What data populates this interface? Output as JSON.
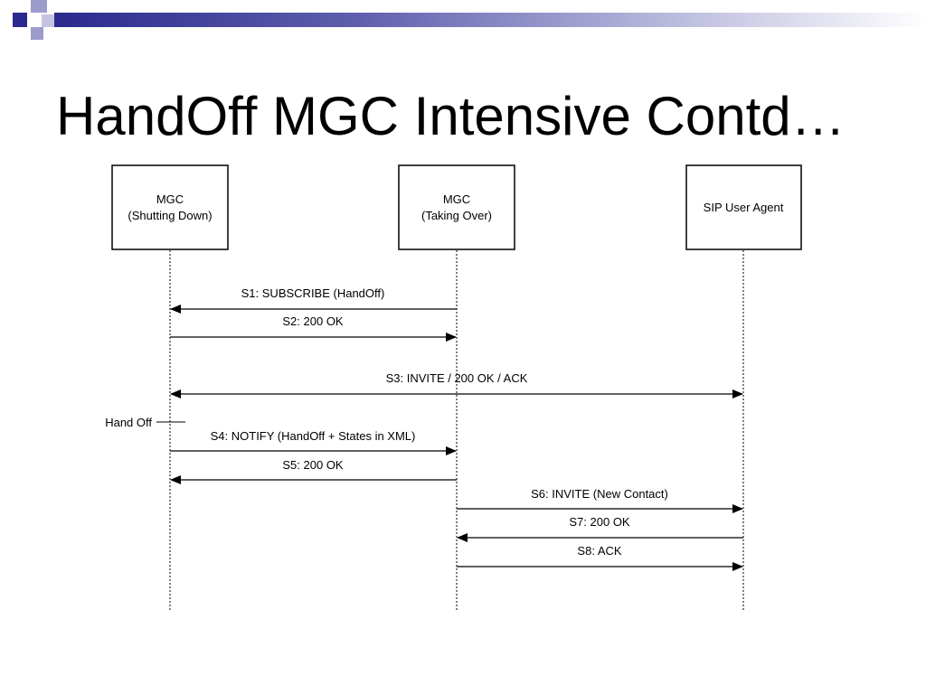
{
  "slide": {
    "title": "HandOff MGC Intensive Contd…"
  },
  "colors": {
    "accent_dark": "#2a2a8e",
    "accent_light": "#b8b8dc",
    "line": "#000000"
  },
  "diagram": {
    "entities": [
      {
        "line1": "MGC",
        "line2": "(Shutting Down)"
      },
      {
        "line1": "MGC",
        "line2": "(Taking Over)"
      },
      {
        "line1": "SIP User Agent",
        "line2": ""
      }
    ],
    "messages": [
      {
        "label": "S1: SUBSCRIBE (HandOff)"
      },
      {
        "label": "S2: 200 OK"
      },
      {
        "label": "S3: INVITE / 200 OK / ACK"
      },
      {
        "label": "S4: NOTIFY (HandOff + States in XML)"
      },
      {
        "label": "S5: 200 OK"
      },
      {
        "label": "S6: INVITE (New Contact)"
      },
      {
        "label": "S7: 200 OK"
      },
      {
        "label": "S8: ACK"
      }
    ],
    "annotation": "Hand Off"
  }
}
